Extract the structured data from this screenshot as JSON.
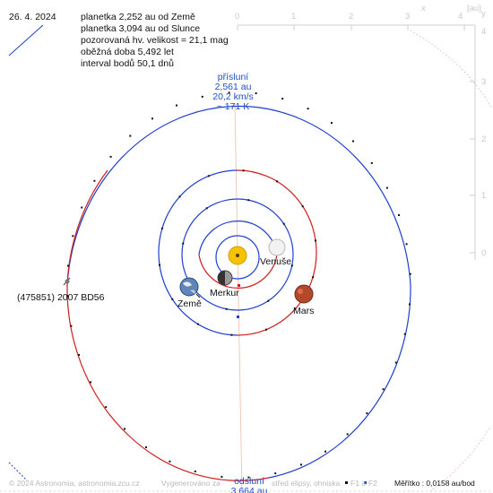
{
  "header": {
    "date": "26. 4. 2024",
    "info": [
      "planetka 2,252 au od Země",
      "planetka 3,094 au od Slunce",
      "pozorovaná hv. velikost = 21,1 mag",
      "oběžná doba 5,492 let",
      "interval bodů 50,1 dnů"
    ]
  },
  "scale": {
    "ticks": [
      "0",
      "1",
      "2",
      "3",
      "4"
    ],
    "x_label": "x",
    "unit": "[au]",
    "y_label": "y"
  },
  "perihelion": {
    "title": "přísluní",
    "distance": "2,561 au",
    "speed": "20,2 km/s",
    "temperature": "~ 171 K"
  },
  "aphelion": {
    "title": "odsluní",
    "distance": "3,664 au"
  },
  "object_label": "(475851) 2007 BD56",
  "planets": {
    "venus": "Venuše",
    "mercury": "Merkur",
    "earth": "Země",
    "mars": "Mars"
  },
  "footer": {
    "copyright": "© 2024 Astronomia, astronomia.zcu.cz",
    "generated": "Vygenerováno za",
    "ellipse_center": "střed elipsy, ohniska",
    "f1": "F1 a",
    "f2": "F2",
    "scale_label": "Měřítko : 0,0158 au/bod"
  },
  "colors": {
    "orbit_blue": "#1f3fd0",
    "orbit_red": "#d01e1e",
    "sun": "#f4c400"
  }
}
